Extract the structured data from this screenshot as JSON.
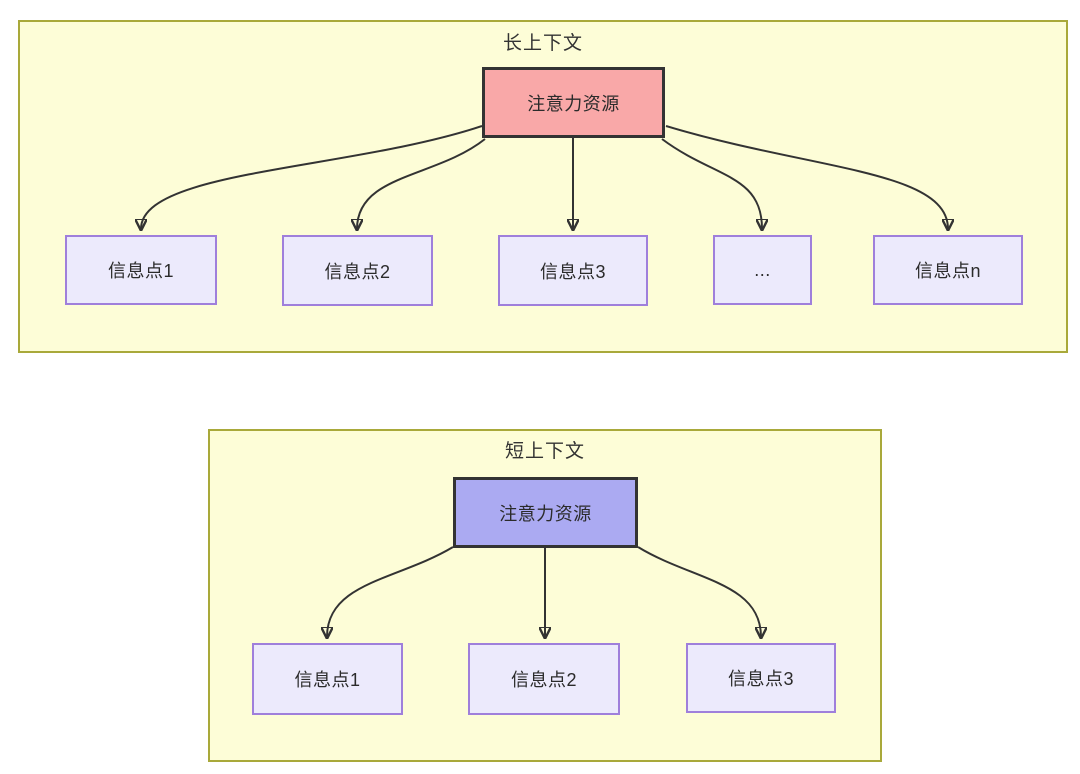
{
  "long_context": {
    "title": "长上下文",
    "root_label": "注意力资源",
    "children": [
      "信息点1",
      "信息点2",
      "信息点3",
      "...",
      "信息点n"
    ]
  },
  "short_context": {
    "title": "短上下文",
    "root_label": "注意力资源",
    "children": [
      "信息点1",
      "信息点2",
      "信息点3"
    ]
  },
  "colors": {
    "container_fill": "#fdfdd7",
    "container_border": "#a9a93a",
    "long_root_fill": "#f9a8a8",
    "short_root_fill": "#abaaf2",
    "root_border": "#333333",
    "child_fill": "#eceafc",
    "child_border": "#9f7fdb",
    "edge_stroke": "#333333",
    "text": "#333333"
  }
}
